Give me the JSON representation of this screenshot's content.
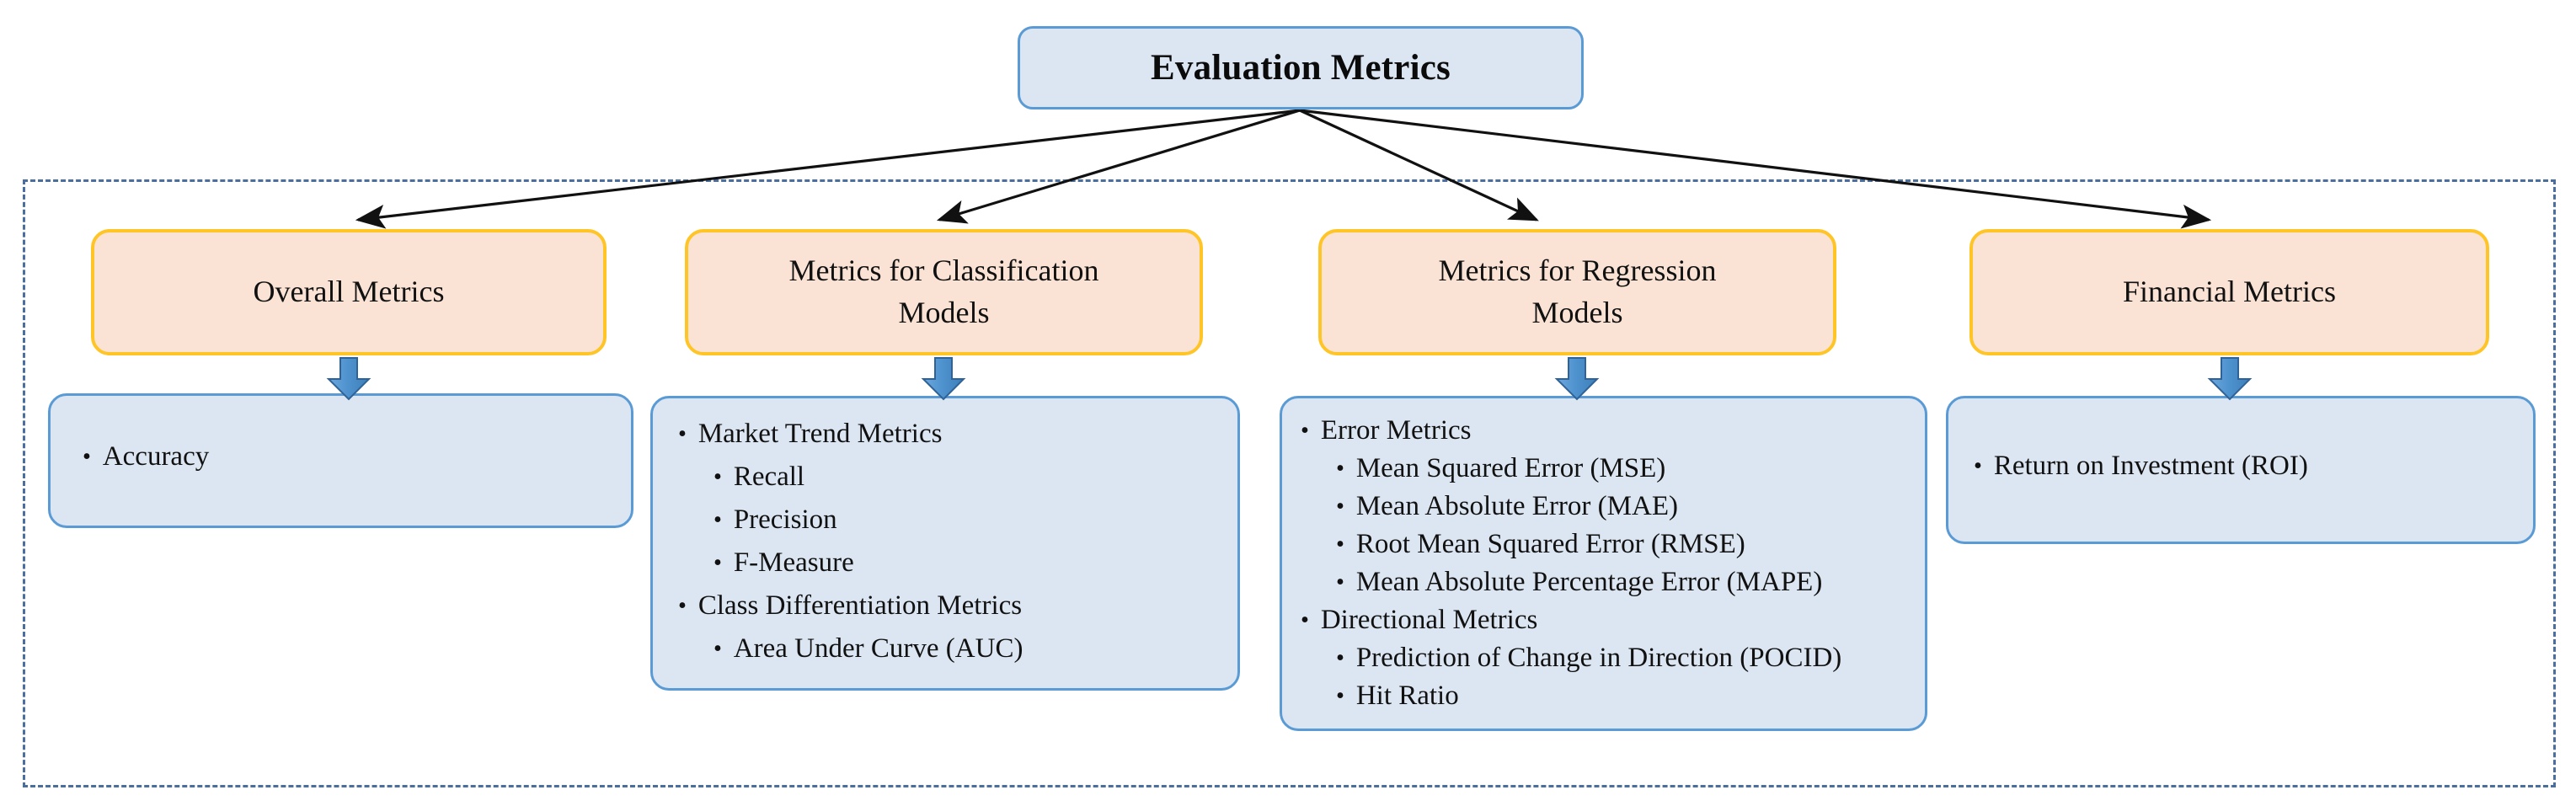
{
  "diagram": {
    "root": {
      "label": "Evaluation Metrics"
    },
    "group_border": {
      "style": "dashed",
      "color": "#4a6f9e"
    },
    "colors": {
      "root_fill": "#dce6f2",
      "root_border": "#5b9bd5",
      "category_fill": "#fae3d5",
      "category_border": "#ffc425",
      "detail_fill": "#dce6f2",
      "detail_border": "#5b9bd5",
      "arrow_fill": "#5b9bd5",
      "arrow_stroke": "#2f6397",
      "connector_line": "#1a1a1a",
      "dashed_border": "#4a6f9e"
    },
    "branches": [
      {
        "id": "overall",
        "category": "Overall Metrics",
        "bullets": [
          {
            "level": 1,
            "text": "Accuracy"
          }
        ]
      },
      {
        "id": "classification",
        "category": "Metrics for Classification\nModels",
        "bullets": [
          {
            "level": 1,
            "text": "Market Trend Metrics"
          },
          {
            "level": 2,
            "text": "Recall"
          },
          {
            "level": 2,
            "text": "Precision"
          },
          {
            "level": 2,
            "text": "F-Measure"
          },
          {
            "level": 1,
            "text": "Class Differentiation Metrics"
          },
          {
            "level": 2,
            "text": "Area Under Curve (AUC)"
          }
        ]
      },
      {
        "id": "regression",
        "category": "Metrics for Regression\nModels",
        "bullets": [
          {
            "level": 1,
            "text": "Error Metrics"
          },
          {
            "level": 2,
            "text": "Mean Squared Error (MSE)"
          },
          {
            "level": 2,
            "text": "Mean Absolute Error (MAE)"
          },
          {
            "level": 2,
            "text": "Root Mean Squared Error (RMSE)"
          },
          {
            "level": 2,
            "text": "Mean Absolute Percentage Error (MAPE)"
          },
          {
            "level": 1,
            "text": "Directional Metrics"
          },
          {
            "level": 2,
            "text": "Prediction of Change in Direction (POCID)"
          },
          {
            "level": 2,
            "text": "Hit Ratio"
          }
        ]
      },
      {
        "id": "financial",
        "category": "Financial Metrics",
        "bullets": [
          {
            "level": 1,
            "text": "Return on Investment (ROI)"
          }
        ]
      }
    ]
  }
}
